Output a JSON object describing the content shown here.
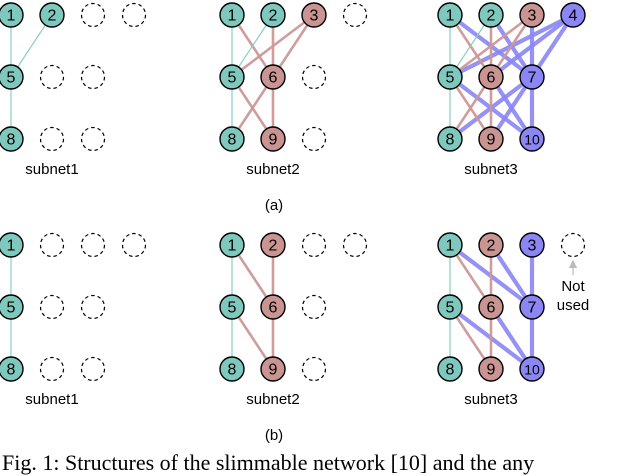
{
  "colors": {
    "teal": "#7fc8be",
    "teal_edge": "#86cbc3",
    "rose": "#c99491",
    "rose_edge": "#cd9896",
    "blue": "#8b86f4",
    "blue_edge": "#8a86f5",
    "node_stroke": "#000000",
    "empty_stroke": "#000000"
  },
  "panels": [
    {
      "subnets": [
        {
          "label": "subnet1",
          "nodes": [
            {
              "label": "1",
              "color": "teal"
            },
            {
              "label": "2",
              "color": "teal"
            },
            null,
            null,
            {
              "label": "5",
              "color": "teal"
            },
            null,
            null,
            {
              "label": "8",
              "color": "teal"
            },
            null,
            null
          ],
          "edges": [
            [
              0,
              4,
              "teal"
            ],
            [
              1,
              4,
              "teal"
            ],
            [
              4,
              7,
              "teal"
            ]
          ]
        },
        {
          "label": "subnet2",
          "nodes": [
            {
              "label": "1",
              "color": "teal"
            },
            {
              "label": "2",
              "color": "teal"
            },
            {
              "label": "3",
              "color": "rose"
            },
            null,
            {
              "label": "5",
              "color": "teal"
            },
            {
              "label": "6",
              "color": "rose"
            },
            null,
            {
              "label": "8",
              "color": "teal"
            },
            {
              "label": "9",
              "color": "rose"
            },
            null
          ],
          "edges": [
            [
              0,
              4,
              "teal"
            ],
            [
              1,
              4,
              "teal"
            ],
            [
              4,
              7,
              "teal"
            ],
            [
              0,
              5,
              "rose"
            ],
            [
              1,
              5,
              "rose"
            ],
            [
              2,
              4,
              "rose"
            ],
            [
              2,
              5,
              "rose"
            ],
            [
              4,
              8,
              "rose"
            ],
            [
              5,
              7,
              "rose"
            ],
            [
              5,
              8,
              "rose"
            ]
          ]
        },
        {
          "label": "subnet3",
          "nodes": [
            {
              "label": "1",
              "color": "teal"
            },
            {
              "label": "2",
              "color": "teal"
            },
            {
              "label": "3",
              "color": "rose"
            },
            {
              "label": "4",
              "color": "blue"
            },
            {
              "label": "5",
              "color": "teal"
            },
            {
              "label": "6",
              "color": "rose"
            },
            {
              "label": "7",
              "color": "blue"
            },
            {
              "label": "8",
              "color": "teal"
            },
            {
              "label": "9",
              "color": "rose"
            },
            {
              "label": "10",
              "color": "blue"
            }
          ],
          "edges": [
            [
              0,
              4,
              "teal"
            ],
            [
              1,
              4,
              "teal"
            ],
            [
              4,
              7,
              "teal"
            ],
            [
              0,
              5,
              "rose"
            ],
            [
              1,
              5,
              "rose"
            ],
            [
              2,
              4,
              "rose"
            ],
            [
              2,
              5,
              "rose"
            ],
            [
              4,
              8,
              "rose"
            ],
            [
              5,
              7,
              "rose"
            ],
            [
              5,
              8,
              "rose"
            ],
            [
              0,
              6,
              "blue"
            ],
            [
              1,
              6,
              "blue"
            ],
            [
              2,
              6,
              "blue"
            ],
            [
              3,
              4,
              "blue"
            ],
            [
              3,
              5,
              "blue"
            ],
            [
              3,
              6,
              "blue"
            ],
            [
              4,
              9,
              "blue"
            ],
            [
              5,
              9,
              "blue"
            ],
            [
              6,
              7,
              "blue"
            ],
            [
              6,
              8,
              "blue"
            ],
            [
              6,
              9,
              "blue"
            ]
          ]
        }
      ],
      "panel_label": "(a)"
    },
    {
      "subnets": [
        {
          "label": "subnet1",
          "nodes": [
            {
              "label": "1",
              "color": "teal"
            },
            null,
            null,
            null,
            {
              "label": "5",
              "color": "teal"
            },
            null,
            null,
            {
              "label": "8",
              "color": "teal"
            },
            null,
            null
          ],
          "edges": [
            [
              0,
              4,
              "teal"
            ],
            [
              4,
              7,
              "teal"
            ]
          ]
        },
        {
          "label": "subnet2",
          "nodes": [
            {
              "label": "1",
              "color": "teal"
            },
            {
              "label": "2",
              "color": "rose"
            },
            null,
            null,
            {
              "label": "5",
              "color": "teal"
            },
            {
              "label": "6",
              "color": "rose"
            },
            null,
            {
              "label": "8",
              "color": "teal"
            },
            {
              "label": "9",
              "color": "rose"
            },
            null
          ],
          "edges": [
            [
              0,
              4,
              "teal"
            ],
            [
              4,
              7,
              "teal"
            ],
            [
              0,
              5,
              "rose"
            ],
            [
              1,
              5,
              "rose"
            ],
            [
              4,
              8,
              "rose"
            ],
            [
              5,
              8,
              "rose"
            ]
          ]
        },
        {
          "label": "subnet3",
          "nodes": [
            {
              "label": "1",
              "color": "teal"
            },
            {
              "label": "2",
              "color": "rose"
            },
            {
              "label": "3",
              "color": "blue"
            },
            null,
            {
              "label": "5",
              "color": "teal"
            },
            {
              "label": "6",
              "color": "rose"
            },
            {
              "label": "7",
              "color": "blue"
            },
            {
              "label": "8",
              "color": "teal"
            },
            {
              "label": "9",
              "color": "rose"
            },
            {
              "label": "10",
              "color": "blue"
            }
          ],
          "edges": [
            [
              0,
              4,
              "teal"
            ],
            [
              4,
              7,
              "teal"
            ],
            [
              0,
              5,
              "rose"
            ],
            [
              1,
              5,
              "rose"
            ],
            [
              4,
              8,
              "rose"
            ],
            [
              5,
              8,
              "rose"
            ],
            [
              0,
              6,
              "blue"
            ],
            [
              1,
              6,
              "blue"
            ],
            [
              2,
              6,
              "blue"
            ],
            [
              4,
              9,
              "blue"
            ],
            [
              5,
              9,
              "blue"
            ],
            [
              6,
              9,
              "blue"
            ]
          ],
          "note": {
            "line1": "Not",
            "line2": "used"
          }
        }
      ],
      "panel_label": "(b)"
    }
  ],
  "caption": "Fig. 1: Structures of the slimmable network [10] and the any"
}
